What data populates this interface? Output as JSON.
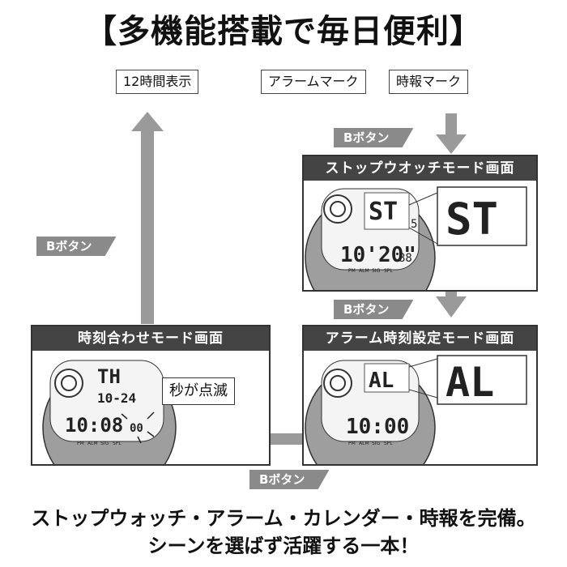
{
  "title": "【多機能搭載で毎日便利】",
  "labels": {
    "hour12": "12時間表示",
    "alarm_mark": "アラームマーク",
    "chime_mark": "時報マーク"
  },
  "b_button": "Bボタン",
  "panels": {
    "stopwatch": {
      "header": "ストップウオッチモード画面",
      "top": "ST",
      "sub": "5",
      "time": "10'20\"",
      "small": "88",
      "zoom": "ST",
      "indicators": [
        "PM",
        "ALM",
        "SIG",
        "SPL"
      ]
    },
    "alarm": {
      "header": "アラーム時刻設定モード画面",
      "top": "AL",
      "time": "10:00",
      "zoom": "AL",
      "indicators": [
        "PM",
        "ALM",
        "SIG",
        "SPL"
      ]
    },
    "timeset": {
      "header": "時刻合わせモード画面",
      "top": "TH",
      "date": "10-24",
      "time": "10:08",
      "small": "00",
      "callout": "秒が点滅",
      "indicators": [
        "PM",
        "ALM",
        "SIG",
        "SPL"
      ]
    }
  },
  "bottom": {
    "line1": "ストップウォッチ・アラーム・カレンダー・時報を完備。",
    "line2": "シーンを選ばず活躍する一本！"
  },
  "colors": {
    "header_bg": "#444444",
    "arrow": "#9a9a9a",
    "tag": "#8a8a8a",
    "watch_face": "#9e9e9e",
    "lcd": "#f4f4f4"
  }
}
